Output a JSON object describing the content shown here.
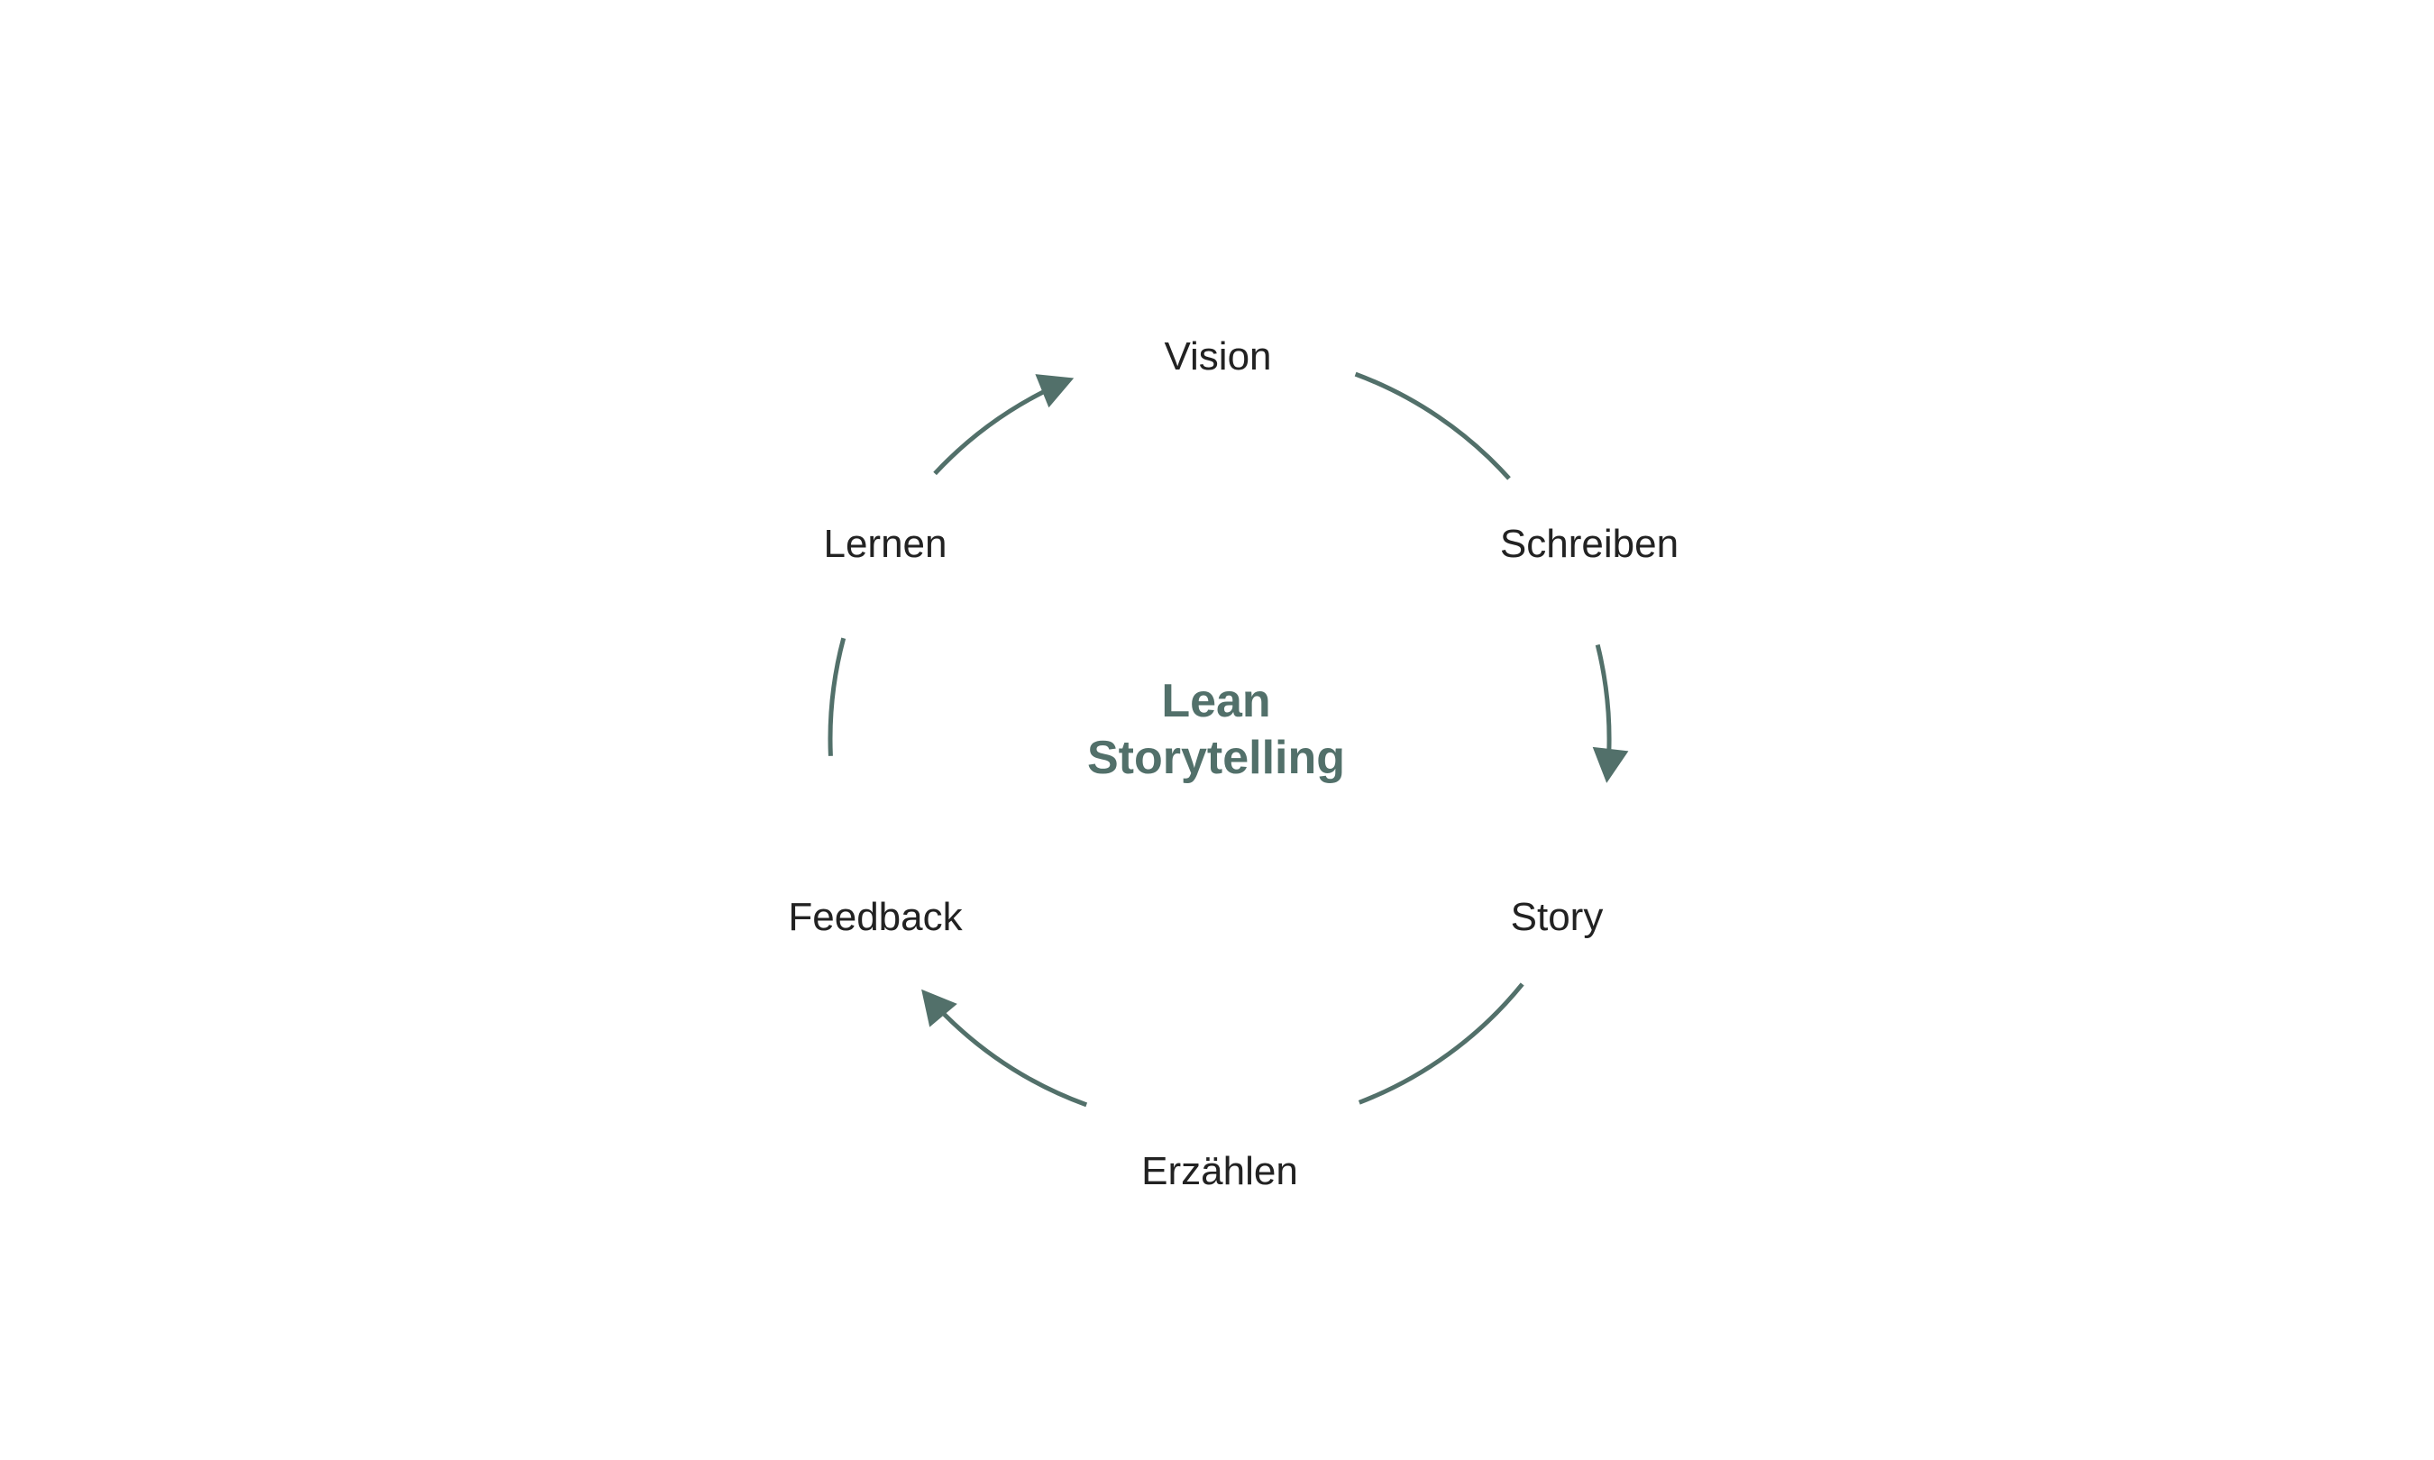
{
  "diagram": {
    "type": "cycle",
    "title_lines": [
      "Lean",
      "Storytelling"
    ],
    "accent_color": "#52706a",
    "text_color": "#222222",
    "nodes": [
      {
        "id": "vision",
        "label": "Vision"
      },
      {
        "id": "schreiben",
        "label": "Schreiben"
      },
      {
        "id": "story",
        "label": "Story"
      },
      {
        "id": "erzaehlen",
        "label": "Erzählen"
      },
      {
        "id": "feedback",
        "label": "Feedback"
      },
      {
        "id": "lernen",
        "label": "Lernen"
      }
    ],
    "edges": [
      {
        "from": "vision",
        "to": "schreiben",
        "arrowhead": false
      },
      {
        "from": "schreiben",
        "to": "story",
        "arrowhead": true
      },
      {
        "from": "story",
        "to": "erzaehlen",
        "arrowhead": false
      },
      {
        "from": "erzaehlen",
        "to": "feedback",
        "arrowhead": true
      },
      {
        "from": "feedback",
        "to": "lernen",
        "arrowhead": false
      },
      {
        "from": "lernen",
        "to": "vision",
        "arrowhead": true
      }
    ]
  }
}
